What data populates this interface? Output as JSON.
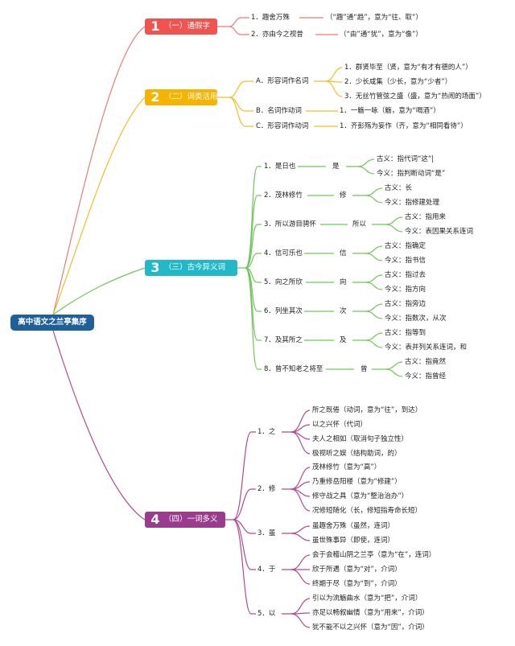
{
  "root": "高中语文之兰亭集序",
  "colors": {
    "b1": "#f0544f",
    "b2": "#f5b400",
    "b3": "#22b8c8",
    "b4": "#9a3c8e",
    "line1": "#ea7b78",
    "line2": "#f2bc2b",
    "line3": "#6ec65a",
    "line4": "#b2498f"
  },
  "b1": {
    "num": "1",
    "label": "（一）通假字",
    "items": [
      {
        "text": "1．趣舍万殊",
        "note": "（“趣”通“趋”，意为“往、取”）"
      },
      {
        "text": "2．亦由今之视昔",
        "note": "（“由”通“犹”，意为“像”）"
      }
    ]
  },
  "b2": {
    "num": "2",
    "label": "（二）词类活用",
    "a": {
      "label": "A．形容词作名词",
      "items": [
        "1．群贤毕至（贤，意为“有才有德的人”）",
        "2．少长咸集（少长，意为“少者”）",
        "3．无丝竹管弦之盛（盛，意为“热闹的场面”）"
      ]
    },
    "b": {
      "label": "B．名词作动词",
      "items": [
        "1．一觞一咏（觞，意为“喝酒”）"
      ]
    },
    "c": {
      "label": "C．形容词作动词",
      "items": [
        "1．齐彭殇为妄作（齐，意为“相同看待”）"
      ]
    }
  },
  "b3": {
    "num": "3",
    "label": "（三）古今异义词",
    "items": [
      {
        "phrase": "1．是日也",
        "word": "是",
        "gu": "古义：指代词“这”|",
        "jin": "今义：指判断动词“是”"
      },
      {
        "phrase": "2．茂林修竹",
        "word": "修",
        "gu": "古义：长",
        "jin": "今义：指修建处理"
      },
      {
        "phrase": "3．所以游目骋怀",
        "word": "所以",
        "gu": "古义：指用来",
        "jin": "今义：表因果关系连词"
      },
      {
        "phrase": "4．信可乐也",
        "word": "信",
        "gu": "古义：指确定",
        "jin": "今义：指书信"
      },
      {
        "phrase": "5．向之所欣",
        "word": "向",
        "gu": "古义：指过去",
        "jin": "今义：指方向"
      },
      {
        "phrase": "6．列坐其次",
        "word": "次",
        "gu": "古义：指旁边",
        "jin": "今义：指数次，从次"
      },
      {
        "phrase": "7．及其所之",
        "word": "及",
        "gu": "古义：指等到",
        "jin": "今义：表并列关系连词，和"
      },
      {
        "phrase": "8．曾不知老之将至",
        "word": "曾",
        "gu": "古义：指竟然",
        "jin": "今义：指曾经"
      }
    ]
  },
  "b4": {
    "num": "4",
    "label": "（四）一词多义",
    "groups": [
      {
        "label": "1．之",
        "items": [
          "所之既倦（动词，意为“往”，到达）",
          "以之兴怀（代词）",
          "夫人之相如（取消句子独立性）",
          "极视听之娱（结构助词，的）"
        ]
      },
      {
        "label": "2．修",
        "items": [
          "茂林修竹（意为“高”）",
          "乃重修岳阳楼（意为“修建”）",
          "修守战之具（意为“整治治办”）",
          "况修短随化（长，修短指寿命长短）"
        ]
      },
      {
        "label": "3．虽",
        "items": [
          "虽趣舍万殊（虽然，连词）",
          "虽世殊事异（即使，连词）"
        ]
      },
      {
        "label": "4．于",
        "items": [
          "会于会稽山阴之兰亭（意为“在”，连词）",
          "欣于所遇（意为“对”，介词）",
          "终期于尽（意为“到”，介词）"
        ]
      },
      {
        "label": "5．以",
        "items": [
          "引以为流觞曲水（意为“把”，介词）",
          "亦足以畅叙幽情（意为“用来”，介词）",
          "犹不能不以之兴怀（意为“因”，介词）"
        ]
      }
    ]
  }
}
